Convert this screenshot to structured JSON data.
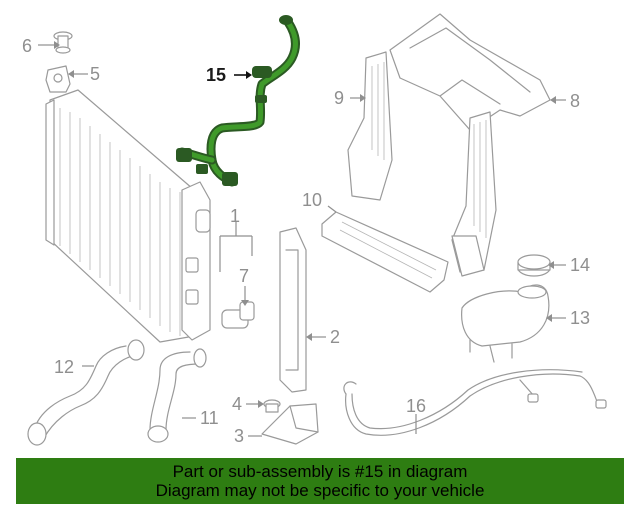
{
  "callouts": {
    "c1": "1",
    "c2": "2",
    "c3": "3",
    "c4": "4",
    "c5": "5",
    "c6": "6",
    "c7": "7",
    "c8": "8",
    "c9": "9",
    "c10": "10",
    "c11": "11",
    "c12": "12",
    "c13": "13",
    "c14": "14",
    "c15": "15",
    "c16": "16"
  },
  "highlight": {
    "part_number": "15",
    "color": "#2e7d12",
    "hose_color": "#3f9a2a"
  },
  "banner": {
    "line1": "Part or sub-assembly is #15 in diagram",
    "line2": "Diagram may not be specific to your vehicle"
  }
}
